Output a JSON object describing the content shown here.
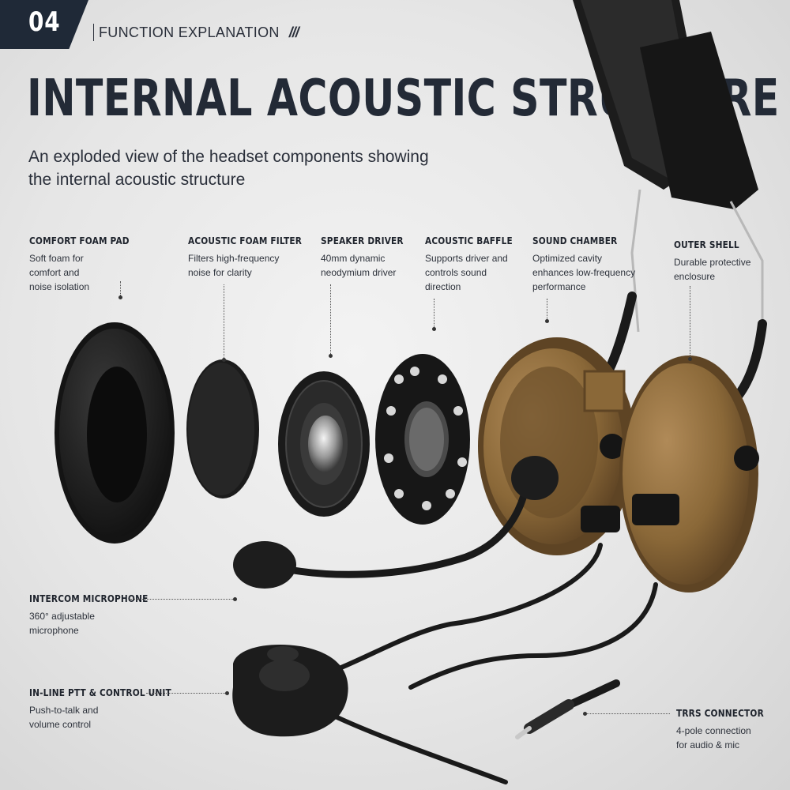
{
  "header": {
    "section_number": "04",
    "section_label": "FUNCTION EXPLANATION",
    "section_slashes": "///",
    "title": "INTERNAL ACOUSTIC STRUCTURE",
    "subtitle": "An exploded view of the headset components showing the internal acoustic structure"
  },
  "components": [
    {
      "title": "COMFORT FOAM PAD",
      "desc": "Soft foam for\ncomfort and\nnoise isolation"
    },
    {
      "title": "ACOUSTIC FOAM FILTER",
      "desc": "Filters high-frequency\nnoise for clarity"
    },
    {
      "title": "SPEAKER DRIVER",
      "desc": "40mm dynamic\nneodymium driver"
    },
    {
      "title": "ACOUSTIC BAFFLE",
      "desc": "Supports driver and\ncontrols sound\ndirection"
    },
    {
      "title": "SOUND CHAMBER",
      "desc": "Optimized cavity\nenhances low-frequency\nperformance"
    },
    {
      "title": "OUTER SHELL",
      "desc": "Durable protective\nenclosure"
    },
    {
      "title": "INTERCOM MICROPHONE",
      "desc": "360° adjustable\nmicrophone"
    },
    {
      "title": "IN-LINE PTT & CONTROL UNIT",
      "desc": "Push-to-talk and\nvolume control"
    },
    {
      "title": "TRRS CONNECTOR",
      "desc": "4-pole connection\nfor audio & mic"
    }
  ],
  "colors": {
    "badge": "#1f2937",
    "title": "#232a36",
    "shell": "#7a5a32",
    "foam": "#1a1a1a"
  }
}
